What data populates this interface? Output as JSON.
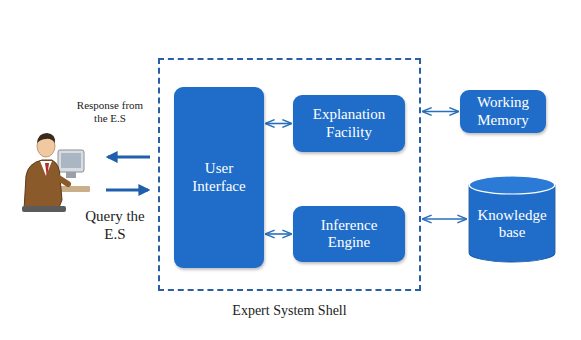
{
  "diagram": {
    "nodes": [
      {
        "text": [
          "Expert System Shell"
        ]
      },
      {
        "text": [
          "User Interface"
        ],
        "in": 0
      },
      {
        "text": [
          "Explanation Facility"
        ],
        "in": 0
      },
      {
        "text": [
          "Inference Engine"
        ],
        "in": 0
      },
      {
        "text": [
          "Working Memory"
        ]
      },
      {
        "text": [
          "Knowledge base"
        ]
      }
    ],
    "edges": [
      {
        "from": 1,
        "to": 2,
        "arrow": "both"
      },
      {
        "from": 1,
        "to": 3,
        "arrow": "both"
      },
      {
        "from": 0,
        "to": 4,
        "arrow": "both"
      },
      {
        "from": 0,
        "to": 5,
        "arrow": "both"
      }
    ],
    "labels": [
      "Response from the E.S",
      "Query the E.S"
    ]
  }
}
